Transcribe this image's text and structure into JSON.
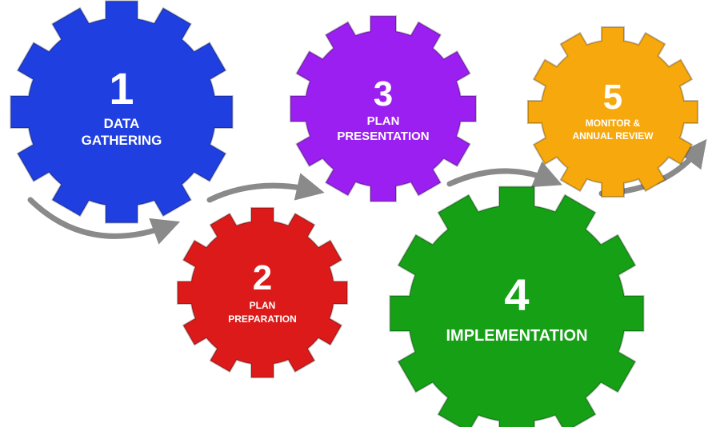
{
  "steps": [
    {
      "number": "1",
      "label_lines": [
        "DATA",
        "GATHERING"
      ],
      "color": "#1f3fe0"
    },
    {
      "number": "2",
      "label_lines": [
        "PLAN",
        "PREPARATION"
      ],
      "color": "#dd1a1a"
    },
    {
      "number": "3",
      "label_lines": [
        "PLAN",
        "PRESENTATION"
      ],
      "color": "#9b1ff0"
    },
    {
      "number": "4",
      "label_lines": [
        "IMPLEMENTATION"
      ],
      "color": "#15a016"
    },
    {
      "number": "5",
      "label_lines": [
        "MONITOR &",
        "ANNUAL REVIEW"
      ],
      "color": "#f7a80c"
    }
  ],
  "arrow_color": "#8a8a8a"
}
